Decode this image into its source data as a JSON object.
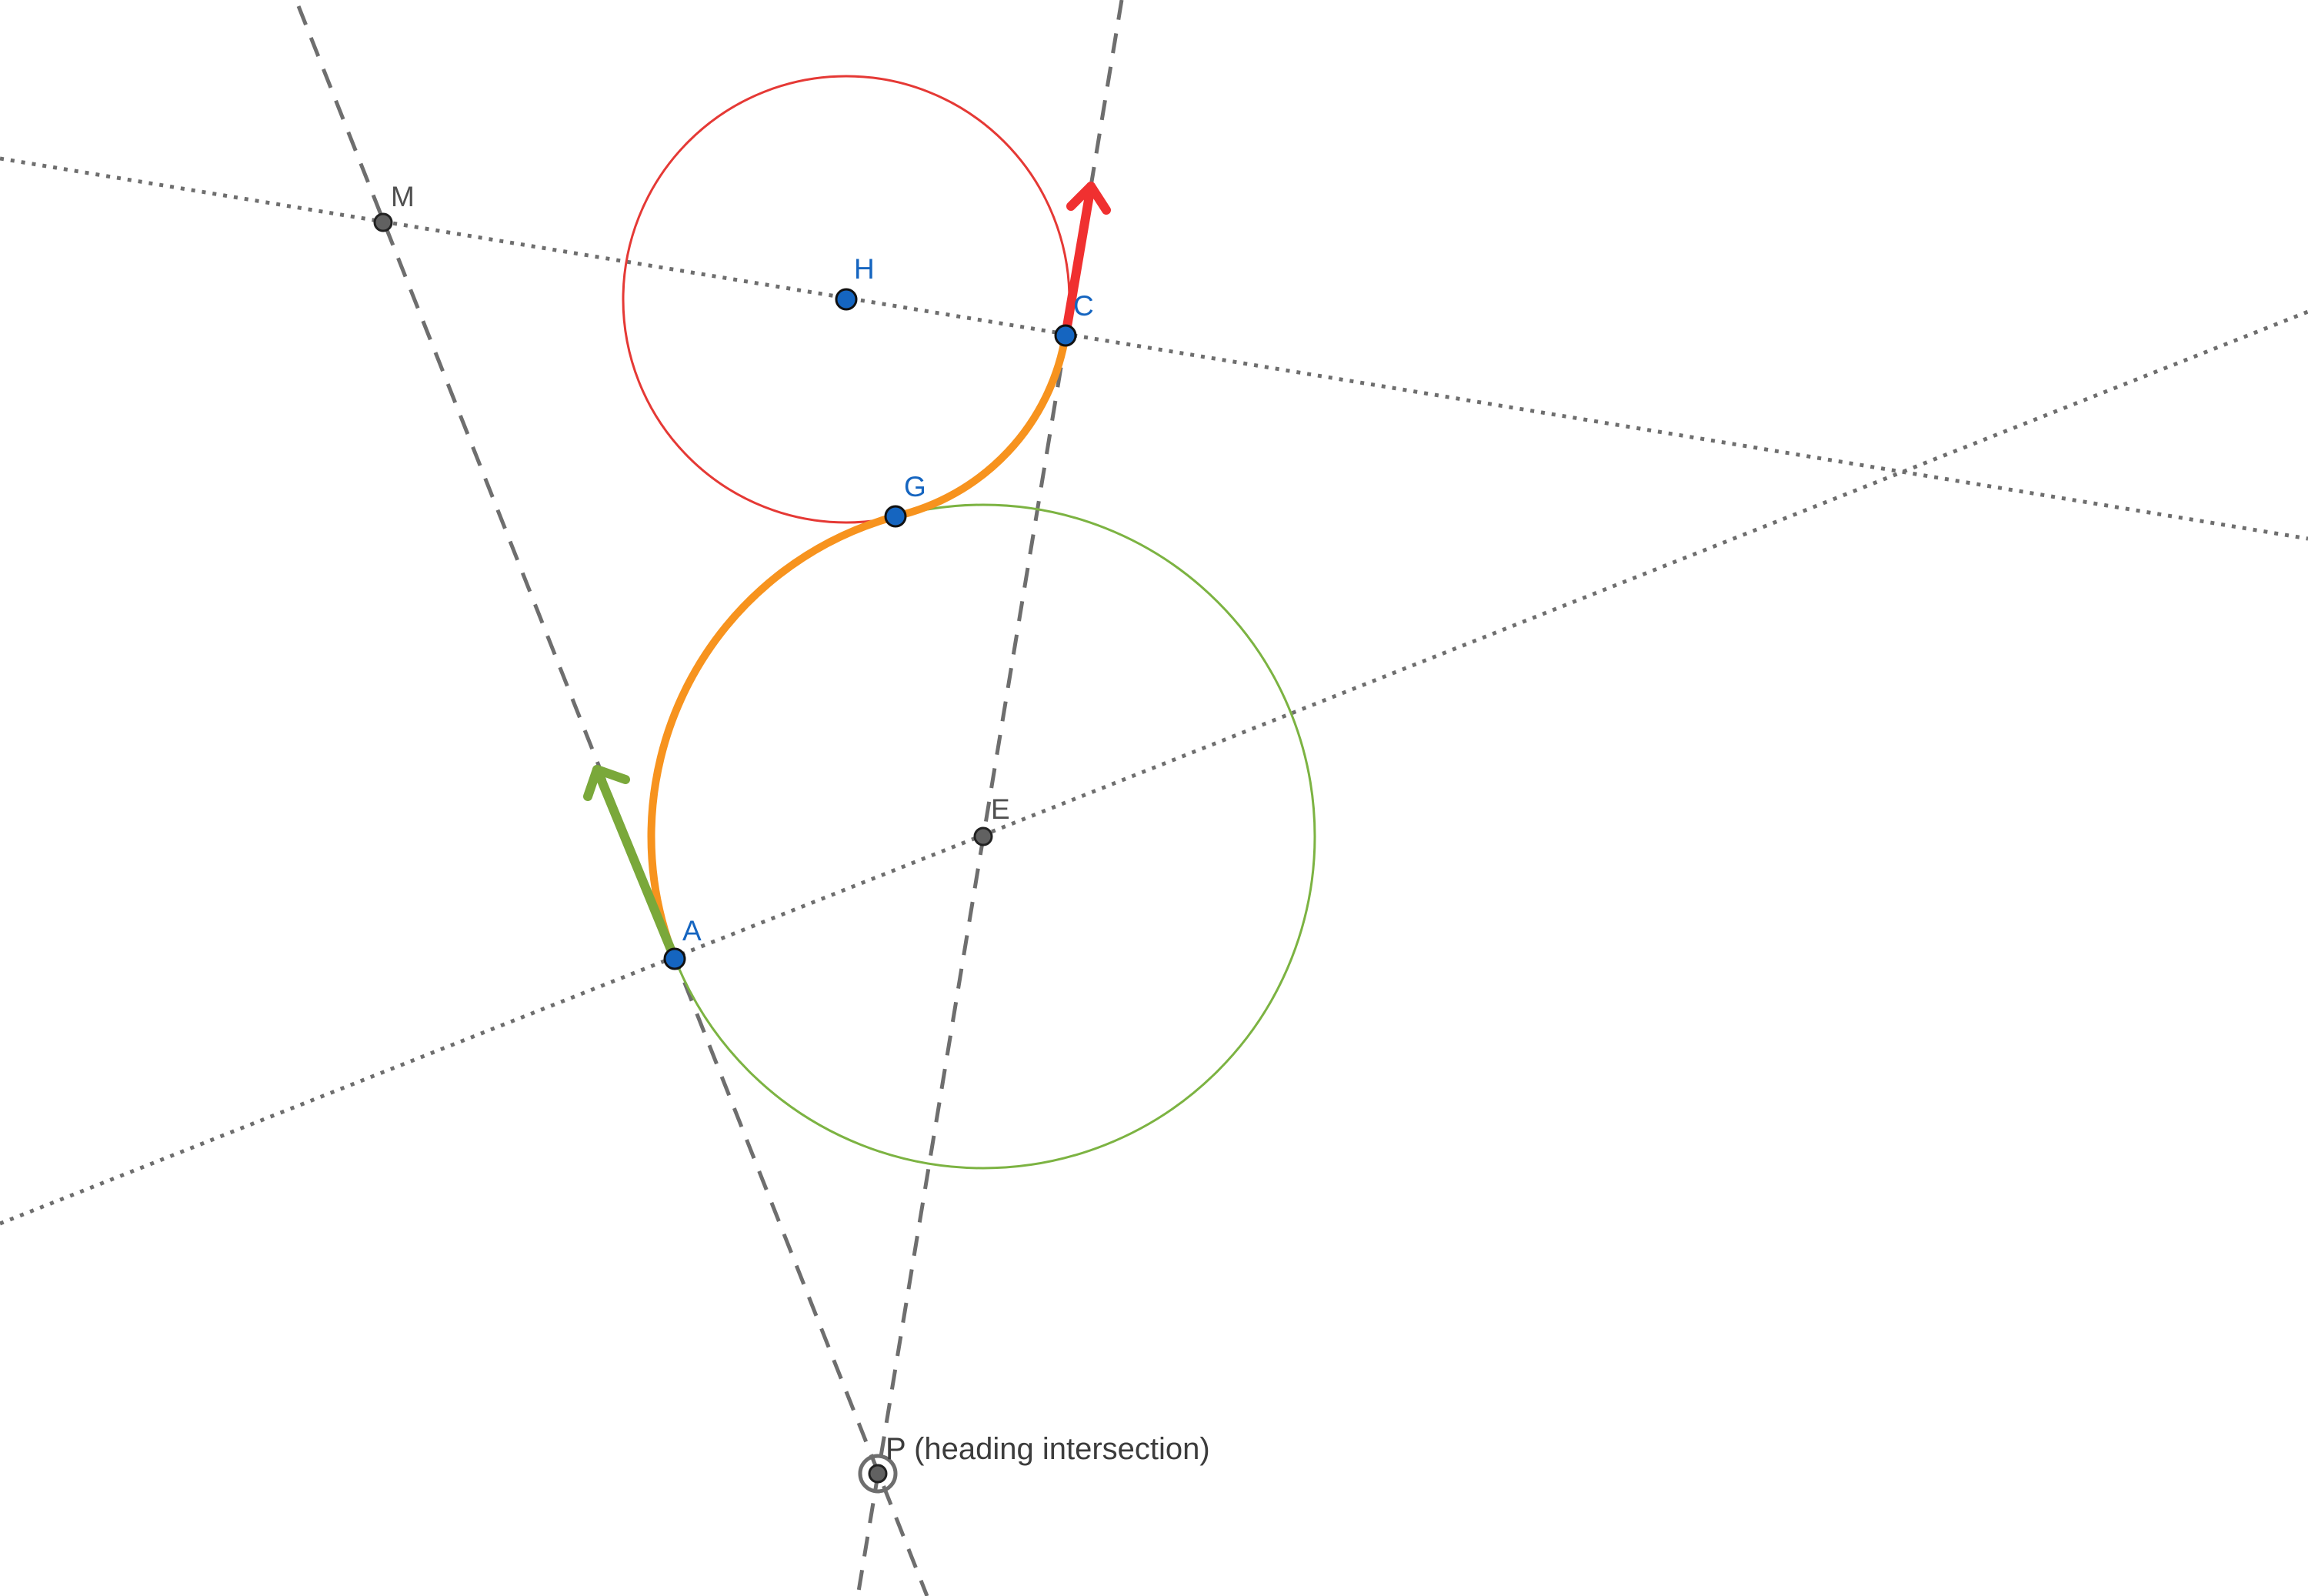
{
  "points": {
    "M": {
      "label": "M"
    },
    "H": {
      "label": "H"
    },
    "C": {
      "label": "C"
    },
    "G": {
      "label": "G"
    },
    "E": {
      "label": "E"
    },
    "A": {
      "label": "A"
    },
    "P": {
      "label": "P (heading intersection)"
    }
  },
  "colors": {
    "free_point_fill": "#1565c0",
    "dependent_point_fill": "#616161",
    "line_gray": "#6e6e6e",
    "red_circle": "#e53935",
    "green_circle": "#7cb342",
    "path_orange": "#f7931e",
    "red_vector": "#f03030",
    "green_vector": "#7aa83a"
  }
}
